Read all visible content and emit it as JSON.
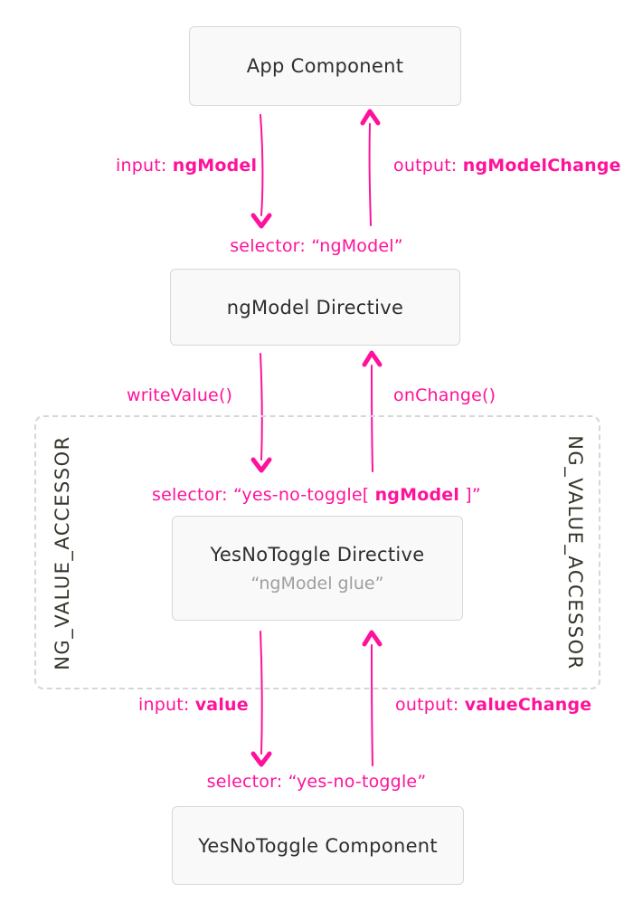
{
  "colors": {
    "accent": "#ff129b",
    "box_background": "#f9f9f9",
    "box_border": "#d8d8d8",
    "box_title": "#2e2e2e",
    "box_subtitle": "#9e9e9e",
    "dashed_border": "#d6d6d6",
    "accessor_label": "#35352c"
  },
  "boxes": {
    "app": {
      "title": "App Component"
    },
    "ngmodel_directive": {
      "title": "ngModel Directive"
    },
    "yesno_directive": {
      "title": "YesNoToggle Directive",
      "subtitle": "“ngModel glue”"
    },
    "yesno_component": {
      "title": "YesNoToggle Component"
    }
  },
  "labels": {
    "input_ngmodel": {
      "prefix": "input: ",
      "value": "ngModel"
    },
    "output_ngmodelchange": {
      "prefix": "output: ",
      "value": "ngModelChange"
    },
    "selector_ngmodel": "selector: “ngModel”",
    "write_value": "writeValue()",
    "on_change": "onChange()",
    "selector_yesno_ngmodel": {
      "prefix": "selector: “yes-no-toggle[ ",
      "value": "ngModel",
      "suffix": " ]”"
    },
    "input_value": {
      "prefix": "input: ",
      "value": "value"
    },
    "output_valuechange": {
      "prefix": "output: ",
      "value": "valueChange"
    },
    "selector_yesno": "selector: “yes-no-toggle”",
    "ng_value_accessor_left": "NG_VALUE_ACCESSOR",
    "ng_value_accessor_right": "NG_VALUE_ACCESSOR"
  }
}
